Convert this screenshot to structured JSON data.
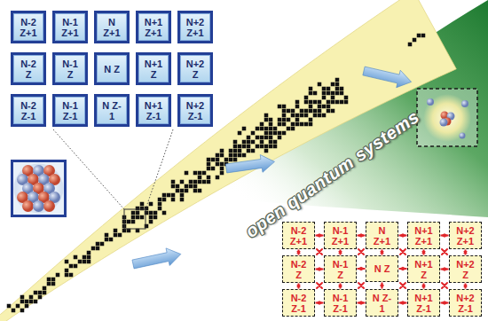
{
  "diagram": {
    "nodes": [
      {
        "text": [
          "N-2 Z+1"
        ]
      },
      {
        "text": [
          "N-1 Z+1"
        ]
      },
      {
        "text": [
          "N Z+1"
        ]
      },
      {
        "text": [
          "N+1 Z+1"
        ]
      },
      {
        "text": [
          "N+2 Z+1"
        ]
      },
      {
        "text": [
          "N-2 Z"
        ]
      },
      {
        "text": [
          "N-1 Z"
        ]
      },
      {
        "text": [
          "N Z"
        ]
      },
      {
        "text": [
          "N+1 Z"
        ]
      },
      {
        "text": [
          "N+2 Z"
        ]
      },
      {
        "text": [
          "N-2 Z-1"
        ]
      },
      {
        "text": [
          "N-1 Z-1"
        ]
      },
      {
        "text": [
          "N Z-1"
        ]
      },
      {
        "text": [
          "N+1 Z-1"
        ]
      },
      {
        "text": [
          "N+2 Z-1"
        ]
      },
      {
        "text": [
          "N-2 Z+1"
        ]
      },
      {
        "text": [
          "N-1 Z+1"
        ]
      },
      {
        "text": [
          "N Z+1"
        ]
      },
      {
        "text": [
          "N+1 Z+1"
        ]
      },
      {
        "text": [
          "N+2 Z+1"
        ]
      },
      {
        "text": [
          "N-2 Z"
        ]
      },
      {
        "text": [
          "N-1 Z"
        ]
      },
      {
        "text": [
          "N Z"
        ]
      },
      {
        "text": [
          "N+1 Z"
        ]
      },
      {
        "text": [
          "N+2 Z"
        ]
      },
      {
        "text": [
          "N-2 Z-1"
        ]
      },
      {
        "text": [
          "N-1 Z-1"
        ]
      },
      {
        "text": [
          "N Z-1"
        ]
      },
      {
        "text": [
          "N+1 Z-1"
        ]
      },
      {
        "text": [
          "N+2 Z-1"
        ]
      }
    ],
    "edges": [
      {
        "from": 15,
        "to": 16,
        "arrow": "both"
      },
      {
        "from": 16,
        "to": 17,
        "arrow": "both"
      },
      {
        "from": 17,
        "to": 18,
        "arrow": "both"
      },
      {
        "from": 18,
        "to": 19,
        "arrow": "both"
      },
      {
        "from": 20,
        "to": 21,
        "arrow": "both"
      },
      {
        "from": 21,
        "to": 22,
        "arrow": "both"
      },
      {
        "from": 22,
        "to": 23,
        "arrow": "both"
      },
      {
        "from": 23,
        "to": 24,
        "arrow": "both"
      },
      {
        "from": 25,
        "to": 26,
        "arrow": "both"
      },
      {
        "from": 26,
        "to": 27,
        "arrow": "both"
      },
      {
        "from": 27,
        "to": 28,
        "arrow": "both"
      },
      {
        "from": 28,
        "to": 29,
        "arrow": "both"
      },
      {
        "from": 15,
        "to": 20,
        "arrow": "both"
      },
      {
        "from": 16,
        "to": 21,
        "arrow": "both"
      },
      {
        "from": 17,
        "to": 22,
        "arrow": "both"
      },
      {
        "from": 18,
        "to": 23,
        "arrow": "both"
      },
      {
        "from": 19,
        "to": 24,
        "arrow": "both"
      },
      {
        "from": 20,
        "to": 25,
        "arrow": "both"
      },
      {
        "from": 21,
        "to": 26,
        "arrow": "both"
      },
      {
        "from": 22,
        "to": 27,
        "arrow": "both"
      },
      {
        "from": 23,
        "to": 28,
        "arrow": "both"
      },
      {
        "from": 24,
        "to": 29,
        "arrow": "both"
      }
    ],
    "labels": [
      "open quantum systems"
    ]
  }
}
